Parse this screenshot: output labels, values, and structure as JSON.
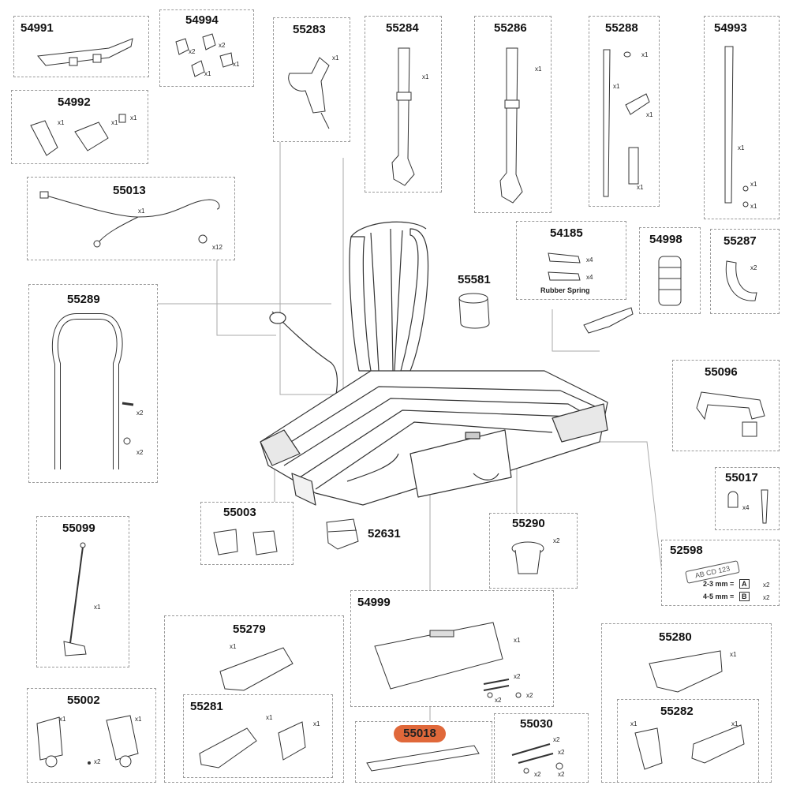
{
  "parts": {
    "p54991": {
      "number": "54991"
    },
    "p54994": {
      "number": "54994",
      "q1": "x2",
      "q2": "x2",
      "q3": "x1",
      "q4": "x1"
    },
    "p55283": {
      "number": "55283",
      "q1": "x1"
    },
    "p55284": {
      "number": "55284",
      "q1": "x1"
    },
    "p55286": {
      "number": "55286",
      "q1": "x1"
    },
    "p55288": {
      "number": "55288",
      "q1": "x1",
      "q2": "x1",
      "q3": "x1",
      "q4": "x1"
    },
    "p54993": {
      "number": "54993",
      "q1": "x1",
      "q2": "x1",
      "q3": "x1"
    },
    "p54992": {
      "number": "54992",
      "q1": "x1",
      "q2": "x1",
      "q3": "x1"
    },
    "p55013": {
      "number": "55013",
      "q1": "x1",
      "q2": "x12"
    },
    "p54185": {
      "number": "54185",
      "q1": "x4",
      "q2": "x4",
      "note": "Rubber Spring"
    },
    "p54998": {
      "number": "54998"
    },
    "p55287": {
      "number": "55287",
      "q1": "x2"
    },
    "p55581": {
      "number": "55581"
    },
    "p55289": {
      "number": "55289",
      "q1": "x2",
      "q2": "x2"
    },
    "p55096": {
      "number": "55096"
    },
    "p55017": {
      "number": "55017",
      "q1": "x4"
    },
    "p55003": {
      "number": "55003"
    },
    "p52631": {
      "number": "52631"
    },
    "p55290": {
      "number": "55290",
      "q1": "x2"
    },
    "p52598": {
      "number": "52598",
      "plate": "AB CD 123",
      "row1": "2-3 mm =",
      "keyA": "A",
      "q1": "x2",
      "row2": "4-5 mm =",
      "keyB": "B",
      "q2": "x2"
    },
    "p55099": {
      "number": "55099",
      "q1": "x1"
    },
    "p54999": {
      "number": "54999",
      "q1": "x1",
      "q2": "x2",
      "q3": "x2",
      "q4": "x2"
    },
    "p55279": {
      "number": "55279",
      "q1": "x1"
    },
    "p55280": {
      "number": "55280",
      "q1": "x1"
    },
    "p55002": {
      "number": "55002",
      "q1": "x1",
      "q2": "x1",
      "q3": "x2"
    },
    "p55281": {
      "number": "55281",
      "q1": "x1",
      "q2": "x1"
    },
    "p55282": {
      "number": "55282",
      "q1": "x1",
      "q2": "x1"
    },
    "p55018": {
      "number": "55018"
    },
    "p55030": {
      "number": "55030",
      "q1": "x2",
      "q2": "x2",
      "q3": "x2",
      "q4": "x2"
    }
  },
  "colors": {
    "highlight": "#e0683a",
    "line": "#9a9a9a"
  }
}
